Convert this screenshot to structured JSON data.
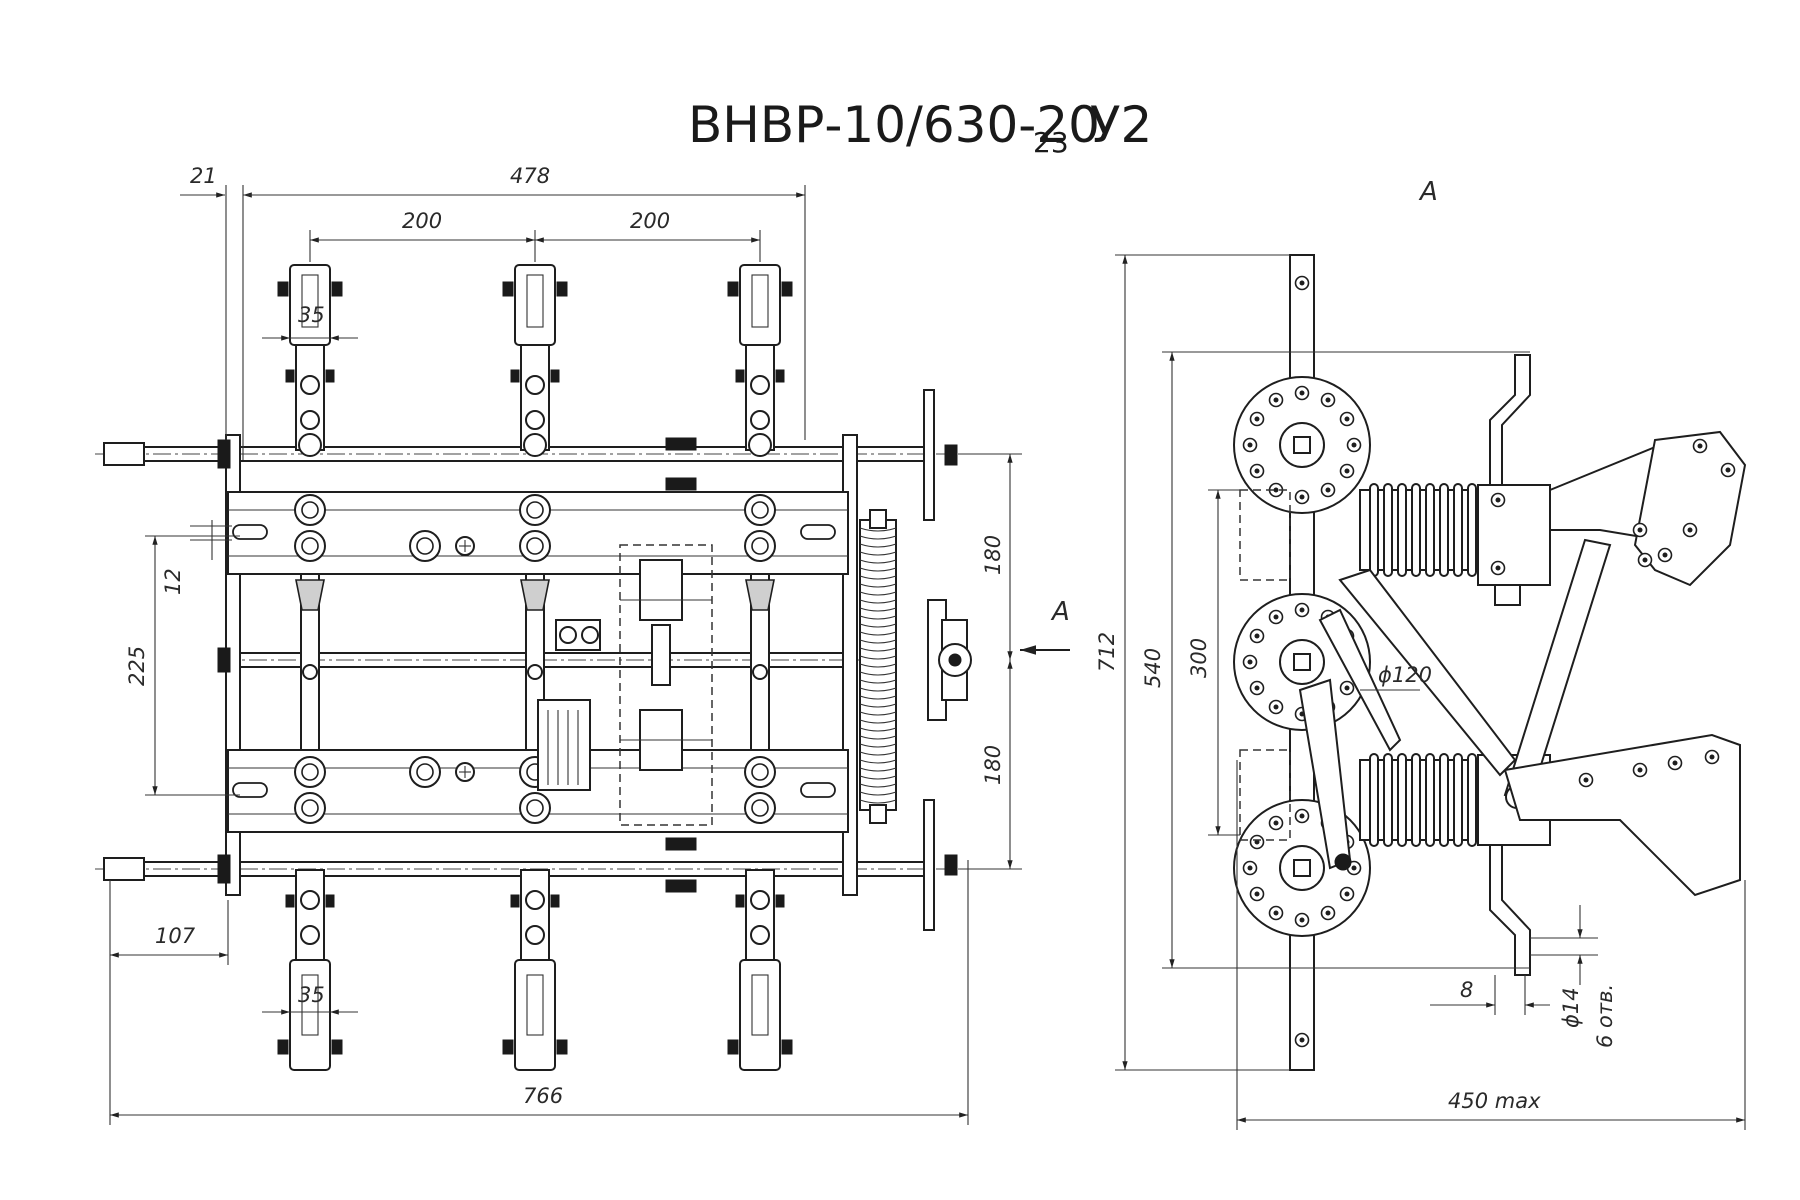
{
  "title": {
    "main": "ВНВР-10/630-20",
    "subscript": "23",
    "suffix": "У2"
  },
  "views": {
    "side_view_label": "А",
    "section_arrow_label": "А"
  },
  "dimensions_front": {
    "d21": "21",
    "d478": "478",
    "d200_left": "200",
    "d200_right": "200",
    "d35_top": "35",
    "d12": "12",
    "d225": "225",
    "d180_top": "180",
    "d180_bottom": "180",
    "d107": "107",
    "d35_bottom": "35",
    "d766": "766"
  },
  "dimensions_side": {
    "d712": "712",
    "d540": "540",
    "d300": "300",
    "d120": "ϕ120",
    "d8": "8",
    "d14": "ϕ14",
    "holes": "6 отв.",
    "d450": "450 max"
  },
  "colors": {
    "line": "#1e1e1e",
    "paper": "#ffffff"
  }
}
